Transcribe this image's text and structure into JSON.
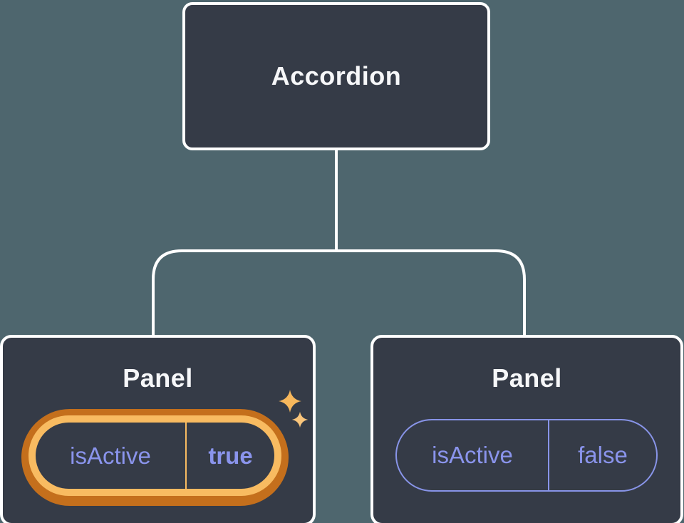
{
  "diagram": {
    "root": {
      "label": "Accordion"
    },
    "panels": [
      {
        "label": "Panel",
        "prop_name": "isActive",
        "prop_value": "true",
        "highlighted": true
      },
      {
        "label": "Panel",
        "prop_name": "isActive",
        "prop_value": "false",
        "highlighted": false
      }
    ]
  },
  "icons": {
    "sparkle_large": "sparkle-icon",
    "sparkle_small": "sparkle-icon"
  },
  "colors": {
    "background": "#4e666e",
    "node_fill": "#353b47",
    "node_border": "#ffffff",
    "connector": "#ffffff",
    "node_text": "#f6f7f9",
    "state_text": "#8a94ec",
    "state_border": "#8894e8",
    "highlight_outer": "#c46f1c",
    "highlight_inner": "#f8bb61",
    "sparkle_large": "#f8b85c",
    "sparkle_small": "#fac57b"
  }
}
